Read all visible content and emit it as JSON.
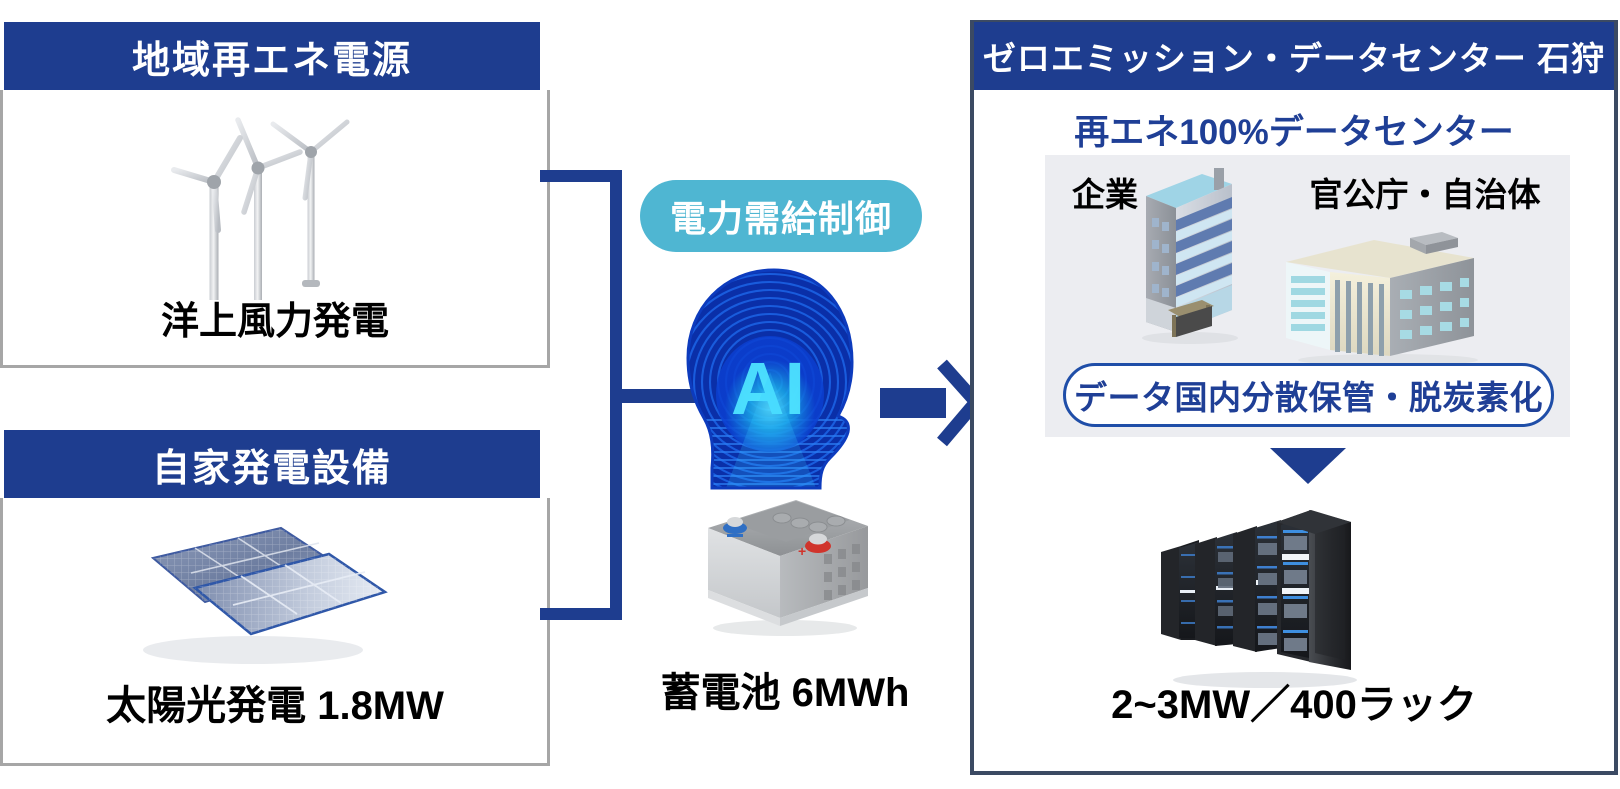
{
  "left_panels": [
    {
      "header": "地域再エネ電源",
      "caption": "洋上風力発電",
      "icon": "wind-turbines-icon"
    },
    {
      "header": "自家発電設備",
      "caption": "太陽光発電 1.8MW",
      "icon": "solar-panels-icon"
    }
  ],
  "center": {
    "pill_label": "電力需給制御",
    "ai_icon": "ai-head-icon",
    "ai_icon_text": "AI",
    "battery_icon": "battery-icon",
    "battery_caption": "蓄電池 6MWh",
    "connector_icon": "connector-line",
    "arrow_icon": "right-arrow-icon"
  },
  "right_panel": {
    "header": "ゼロエミッション・データセンター 石狩",
    "subtitle": "再エネ100%データセンター",
    "tiles": [
      {
        "label": "企業",
        "icon": "office-tower-icon"
      },
      {
        "label": "官公庁・自治体",
        "icon": "government-building-icon"
      }
    ],
    "pill_label": "データ国内分散保管・脱炭素化",
    "down_arrow_icon": "down-triangle-icon",
    "rack_icon": "server-rack-icon",
    "caption": "2~3MW／400ラック"
  },
  "colors": {
    "header_blue": "#1e3d8f",
    "teal": "#4fb6d2",
    "frame_navy": "#3b4a63",
    "panel_border_gray": "#a6a6a6",
    "gray_box": "#ecedf1",
    "accent_blue_text": "#1f3f96"
  }
}
